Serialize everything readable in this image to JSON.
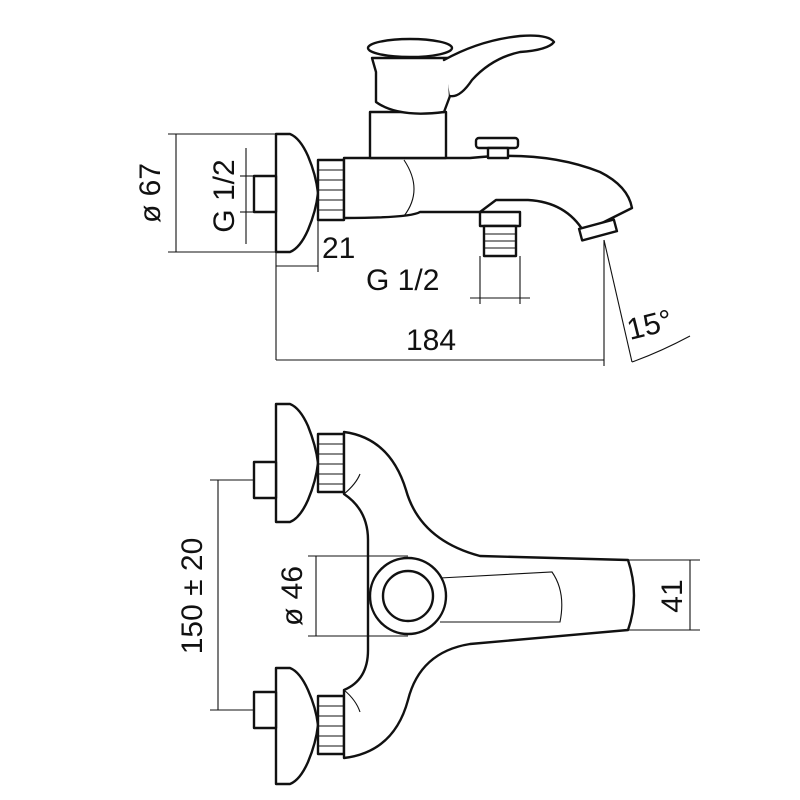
{
  "dimensions": {
    "side_flange_diameter": "ø 67",
    "side_inlet_thread": "G 1/2",
    "side_nut_width": "21",
    "side_outlet_thread": "G 1/2",
    "side_overall_length": "184",
    "side_spout_angle": "15°",
    "top_center_distance": "150 ± 20",
    "top_handle_diameter": "ø 46",
    "top_spout_width": "41"
  },
  "colors": {
    "line": "#111111",
    "background": "#ffffff"
  }
}
